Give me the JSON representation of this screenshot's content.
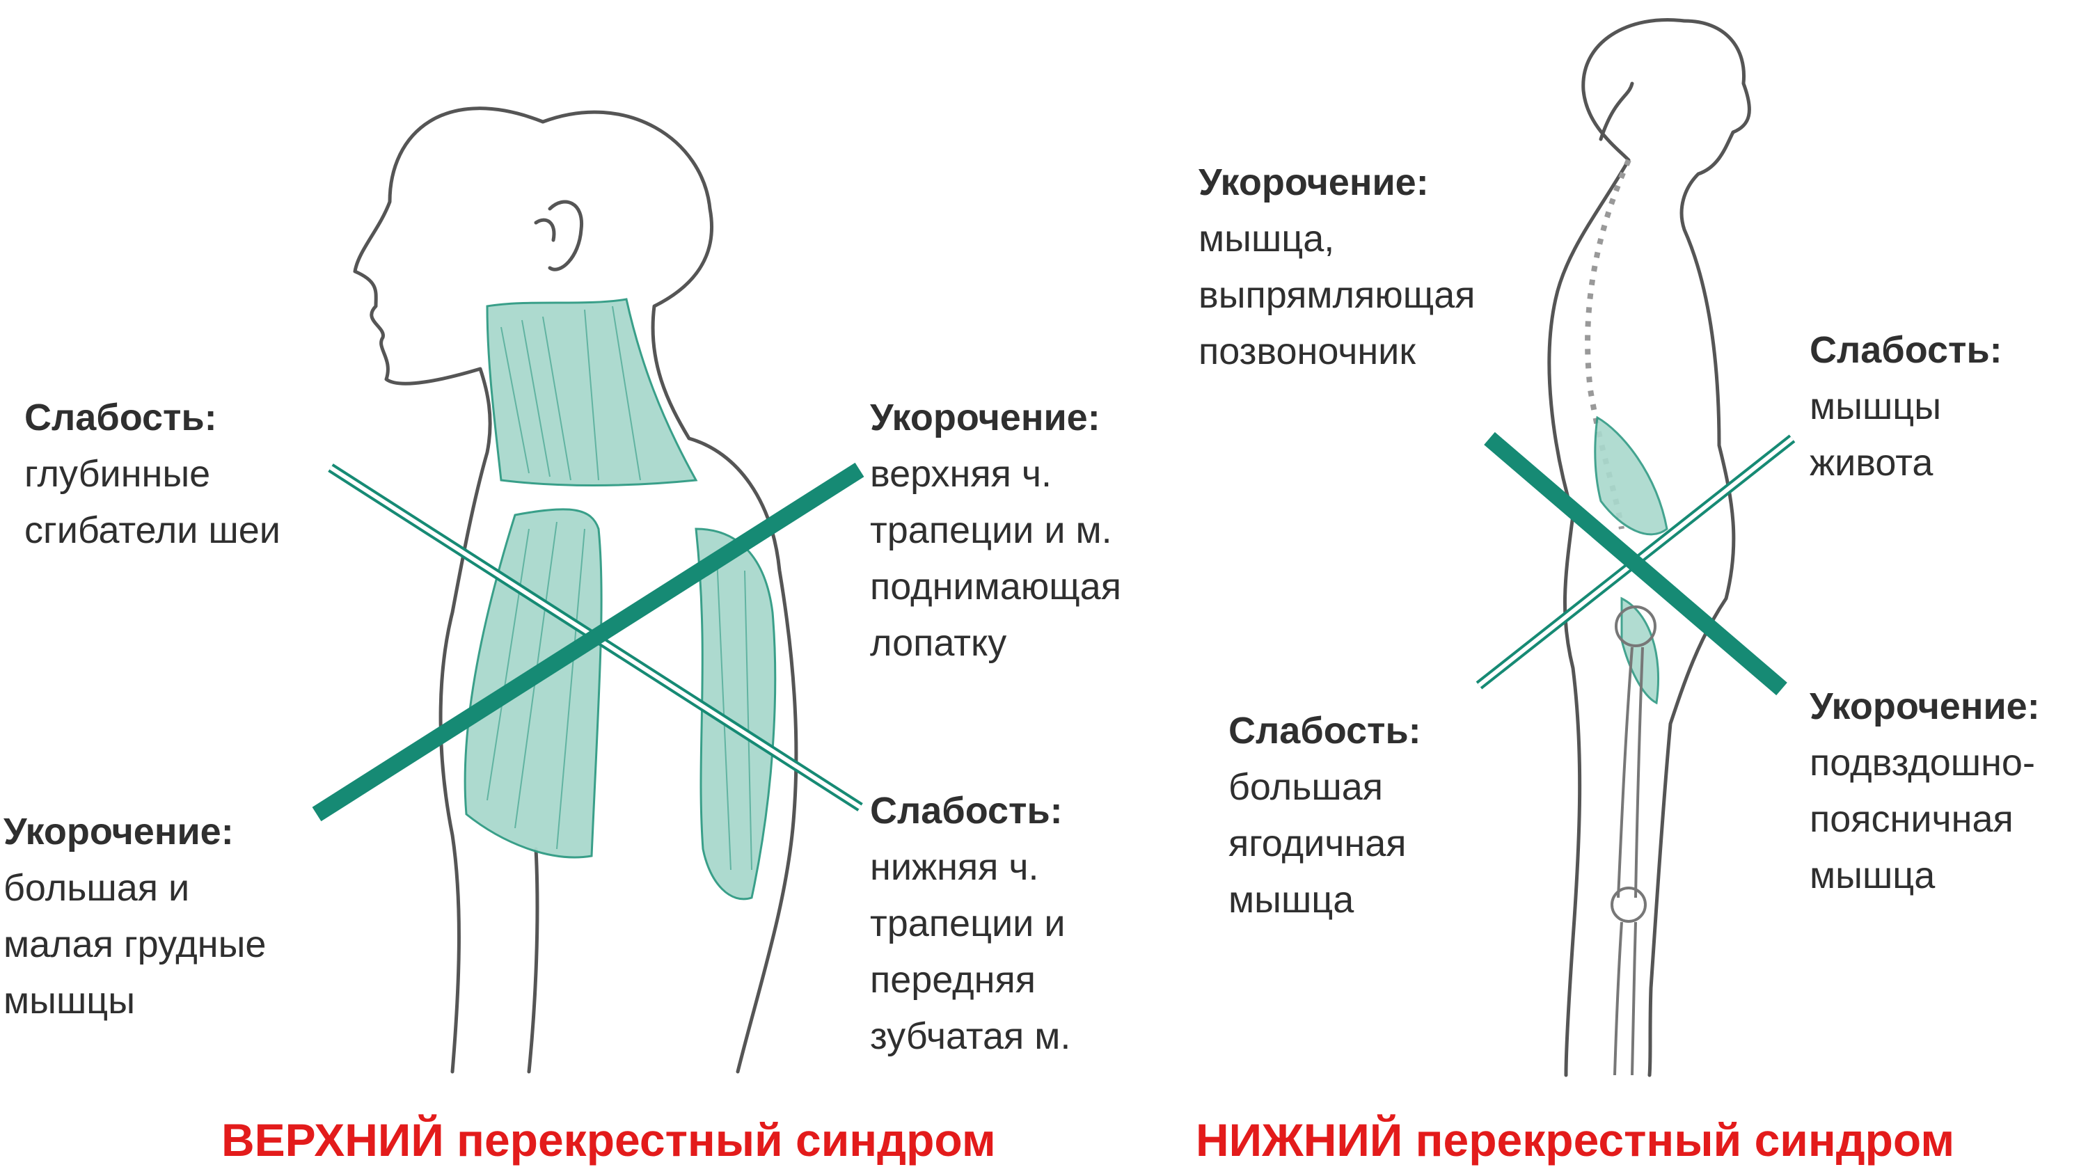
{
  "colors": {
    "teal": "#168a74",
    "teal_light": "#a9d9cd",
    "outline": "#555555",
    "caption": "#e31b1b",
    "text": "#2f2f2f"
  },
  "upper": {
    "weak_neck": {
      "head": "Слабость:",
      "lines": [
        "глубинные",
        "сгибатели шеи"
      ]
    },
    "short_trap": {
      "head": "Укорочение:",
      "lines": [
        "верхняя ч.",
        "трапеции и м.",
        "поднимающая",
        "лопатку"
      ]
    },
    "short_pec": {
      "head": "Укорочение:",
      "lines": [
        "большая и",
        "малая грудные",
        "мышцы"
      ]
    },
    "weak_serratus": {
      "head": "Слабость:",
      "lines": [
        "нижняя ч.",
        "трапеции и",
        "передняя",
        "зубчатая м."
      ]
    },
    "caption": "ВЕРХНИЙ перекрестный синдром"
  },
  "lower": {
    "short_erector": {
      "head": "Укорочение:",
      "lines": [
        "мышца,",
        "выпрямляющая",
        "позвоночник"
      ]
    },
    "weak_abs": {
      "head": "Слабость:",
      "lines": [
        "мышцы",
        "живота"
      ]
    },
    "weak_glute": {
      "head": "Слабость:",
      "lines": [
        "большая",
        "ягодичная",
        "мышца"
      ]
    },
    "short_iliopsoas": {
      "head": "Укорочение:",
      "lines": [
        "подвздошно-",
        "поясничная",
        "мышца"
      ]
    },
    "caption": "НИЖНИЙ перекрестный синдром"
  }
}
